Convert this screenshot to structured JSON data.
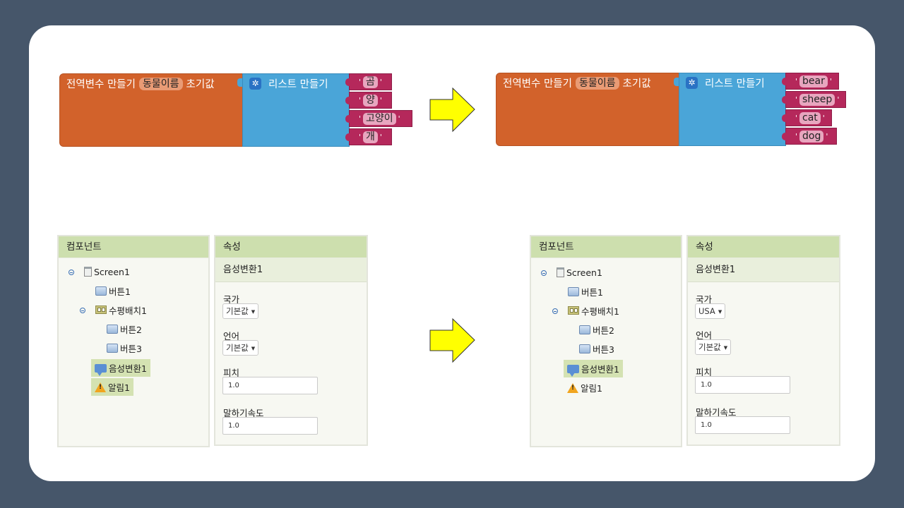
{
  "left_blocks": {
    "global_label": "전역변수 만들기",
    "var_name": "동물이름",
    "init_label": "초기값",
    "list_label": "리스트 만들기",
    "items": [
      "곰",
      "양",
      "고양이",
      "개"
    ]
  },
  "right_blocks": {
    "global_label": "전역변수 만들기",
    "var_name": "동물이름",
    "init_label": "초기값",
    "list_label": "리스트 만들기",
    "items": [
      "bear",
      "sheep",
      "cat",
      "dog"
    ]
  },
  "components_left": {
    "header": "컴포넌트",
    "screen": "Screen1",
    "button1": "버튼1",
    "harrangement": "수평배치1",
    "button2": "버튼2",
    "button3": "버튼3",
    "tts": "음성변환1",
    "notifier": "알림1"
  },
  "properties_left": {
    "header": "속성",
    "component": "음성변환1",
    "country_label": "국가",
    "country_value": "기본값",
    "language_label": "언어",
    "language_value": "기본값",
    "pitch_label": "피치",
    "pitch_value": "1.0",
    "rate_label": "말하기속도",
    "rate_value": "1.0"
  },
  "components_right": {
    "header": "컴포넌트",
    "screen": "Screen1",
    "button1": "버튼1",
    "harrangement": "수평배치1",
    "button2": "버튼2",
    "button3": "버튼3",
    "tts": "음성변환1",
    "notifier": "알림1"
  },
  "properties_right": {
    "header": "속성",
    "component": "음성변환1",
    "country_label": "국가",
    "country_value": "USA",
    "language_label": "언어",
    "language_value": "기본값",
    "pitch_label": "피치",
    "pitch_value": "1.0",
    "rate_label": "말하기속도",
    "rate_value": "1.0"
  },
  "colors": {
    "variable_block": "#d2622b",
    "list_block": "#4aa5d8",
    "text_block": "#b5285b",
    "arrow": "#ffff00",
    "panel_header": "#cddfae",
    "background": "#46566a"
  }
}
